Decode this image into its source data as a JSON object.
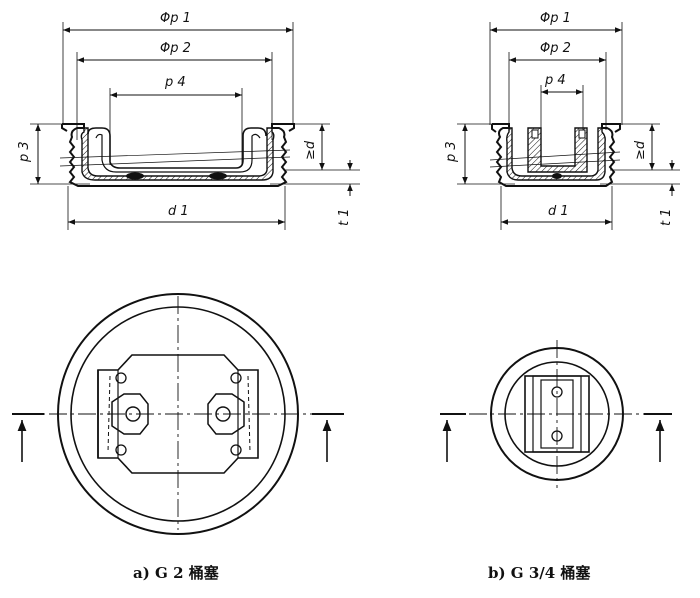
{
  "figure_a": {
    "dims": {
      "p1": "Φp 1",
      "p2": "Φp 2",
      "p4": "p 4",
      "p3": "p 3",
      "d": "≥d",
      "d1": "d 1",
      "t1": "t 1"
    },
    "caption": "a) G 2  桶塞"
  },
  "figure_b": {
    "dims": {
      "p1": "Φp 1",
      "p2": "Φp 2",
      "p4": "p 4",
      "p3": "p 3",
      "d": "≥d",
      "d1": "d 1",
      "t1": "t 1"
    },
    "caption": "b) G 3/4  桶塞"
  }
}
